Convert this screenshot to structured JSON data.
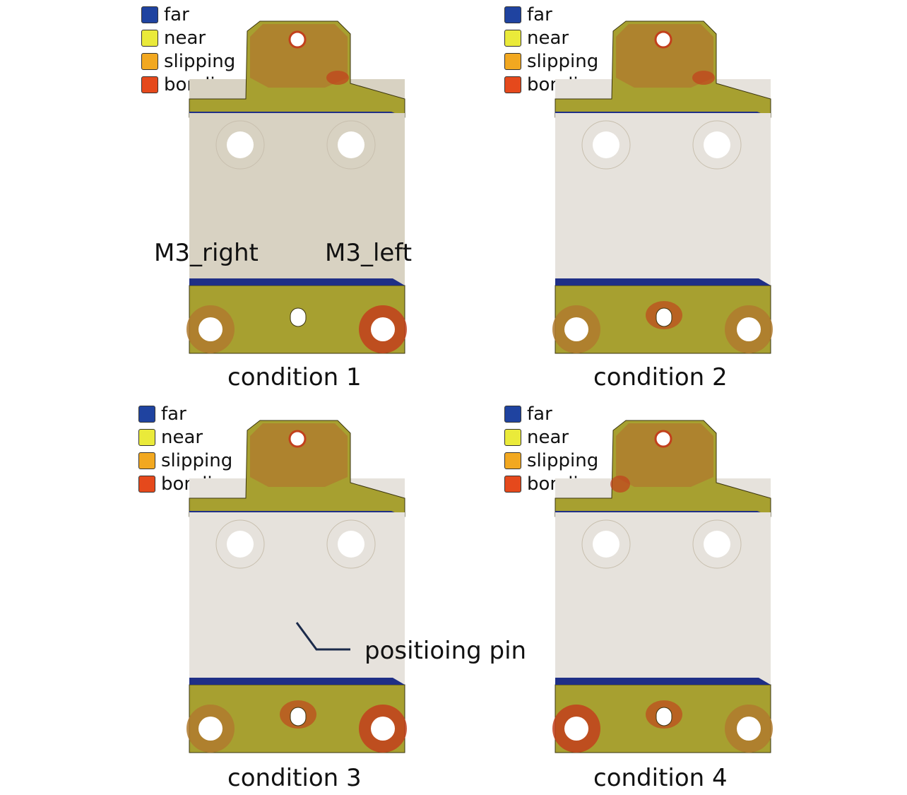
{
  "legend": [
    {
      "label": "far",
      "color": "#1f43a0"
    },
    {
      "label": "near",
      "color": "#eaea3a"
    },
    {
      "label": "slipping",
      "color": "#f2a820"
    },
    {
      "label": "bonding",
      "color": "#e5491c"
    }
  ],
  "panels": [
    {
      "caption": "condition 1"
    },
    {
      "caption": "condition 2"
    },
    {
      "caption": "condition 3"
    },
    {
      "caption": "condition 4"
    }
  ],
  "annotations": {
    "bolt_right": "M3_right",
    "bolt_left": "M3_left",
    "pin": "positioing pin"
  },
  "colors": {
    "plate_warm": "#d8d2c2",
    "plate_cool": "#e6e2dc",
    "mesh_near": "#a7a030",
    "mesh_slip": "#b07a2e",
    "mesh_bond": "#c2401c",
    "edge_far": "#1f2f86",
    "mesh_line": "#3a3410"
  }
}
